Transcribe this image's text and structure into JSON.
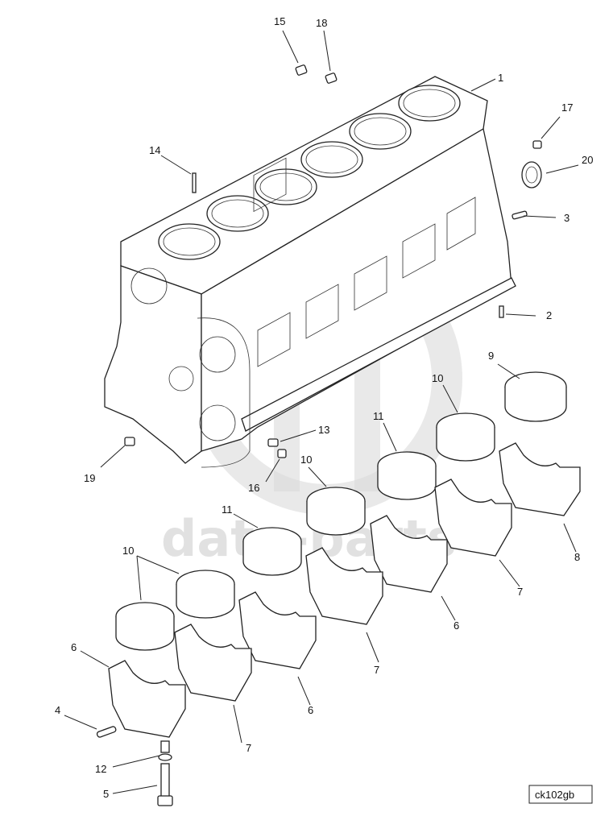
{
  "diagram": {
    "drawing_code": "ck102gb",
    "watermark_text": "data-parts",
    "callouts": [
      "1",
      "2",
      "3",
      "4",
      "5",
      "6",
      "6",
      "6",
      "7",
      "7",
      "7",
      "8",
      "9",
      "10",
      "10",
      "10",
      "11",
      "11",
      "12",
      "13",
      "14",
      "15",
      "16",
      "17",
      "18",
      "19",
      "20"
    ],
    "parts": {
      "block": "cylinder-block",
      "bearing_shells": "main-bearing-shells",
      "caps": "main-bearing-caps"
    }
  }
}
